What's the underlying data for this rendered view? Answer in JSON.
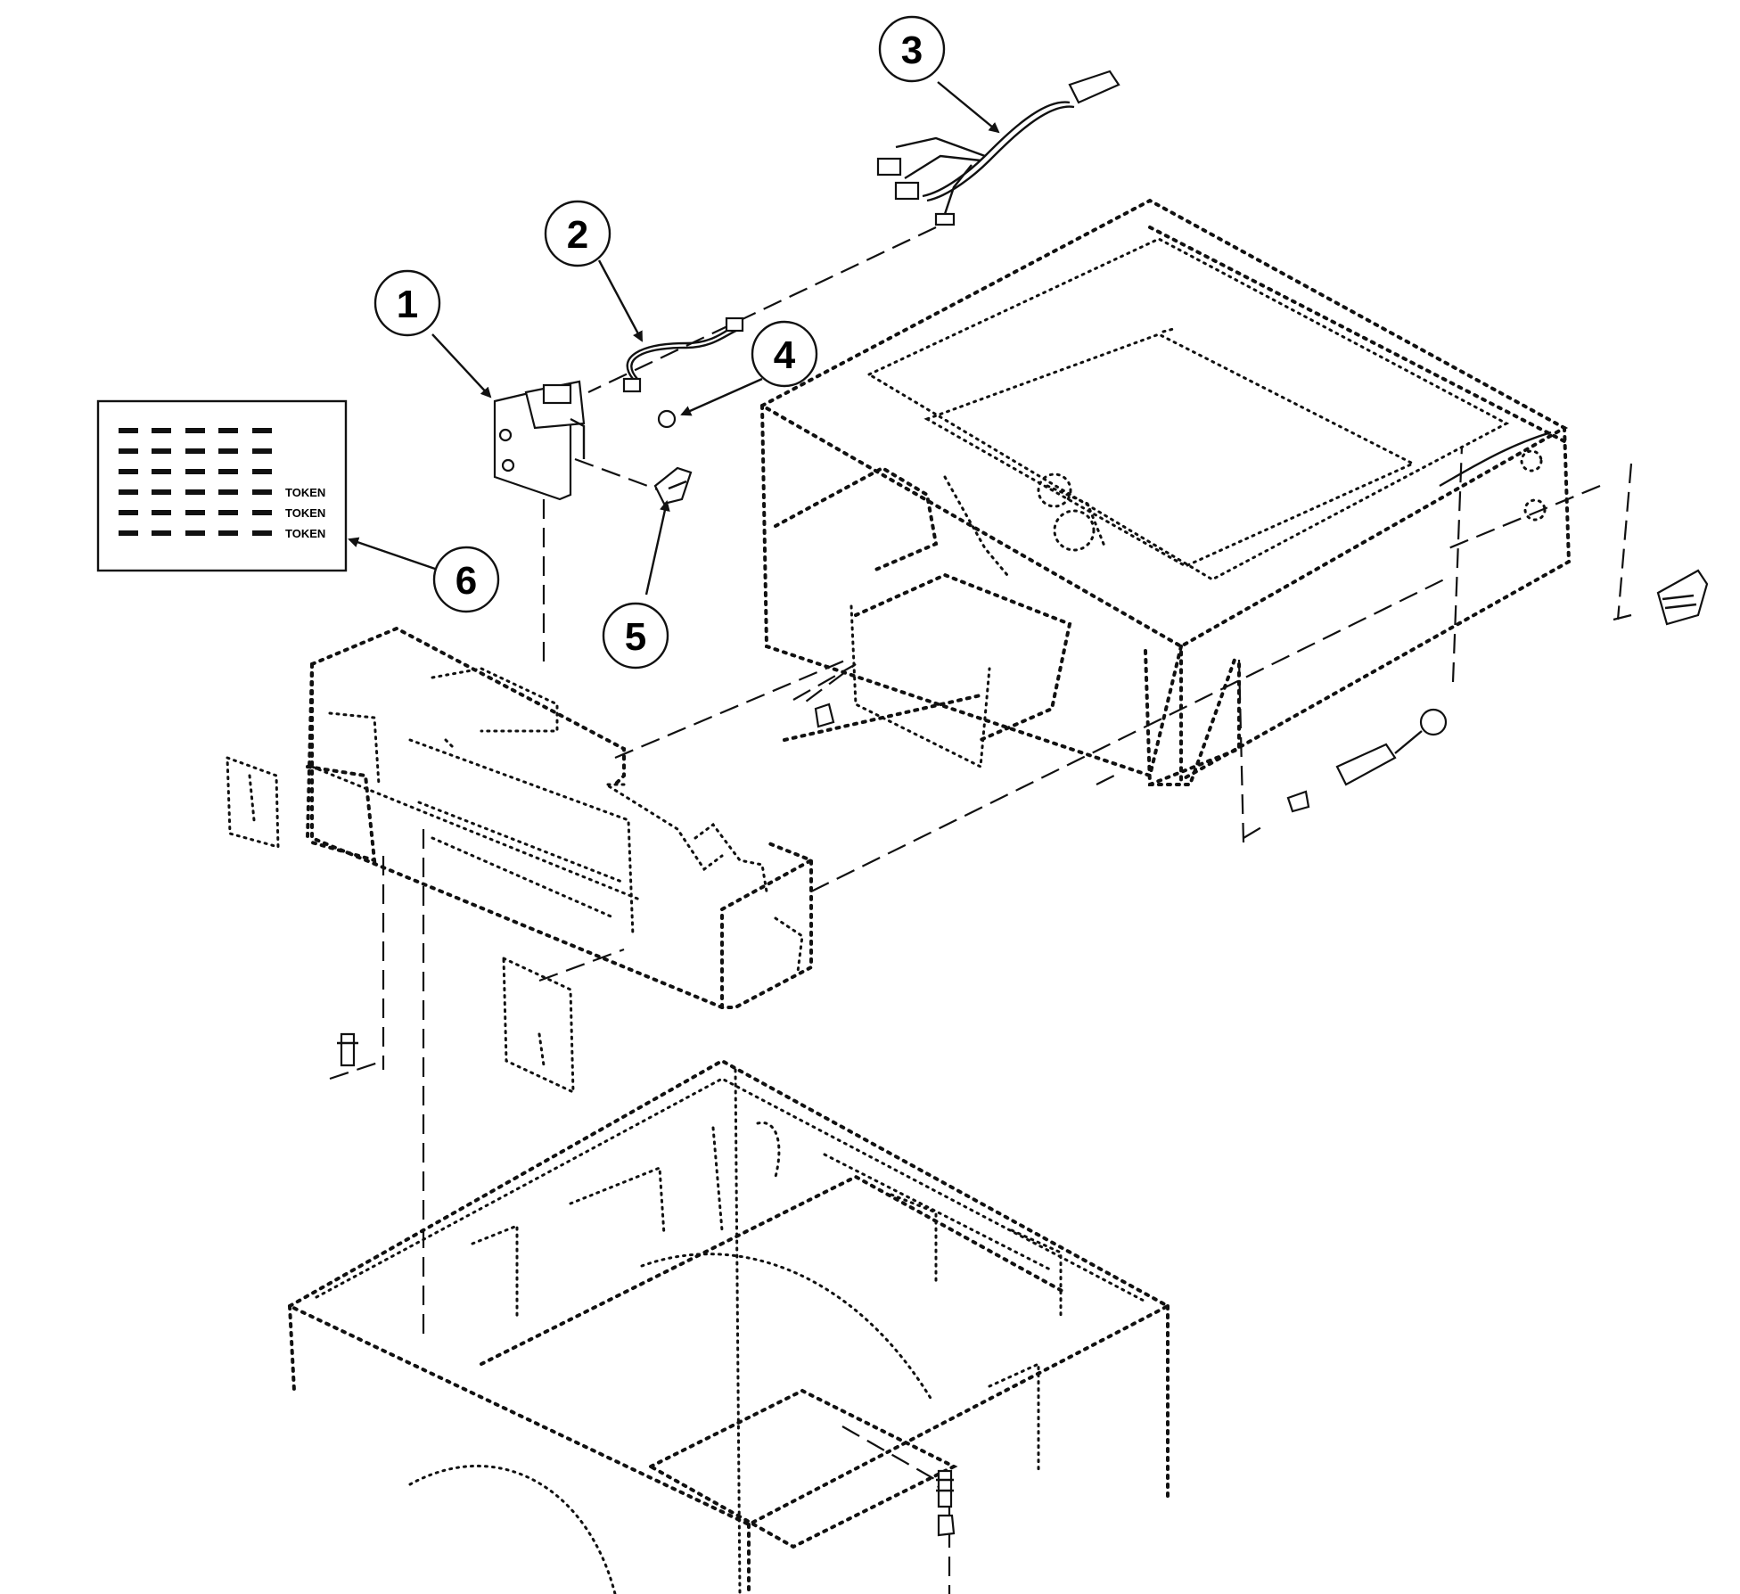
{
  "colors": {
    "ink": "#111111",
    "background": "#ffffff"
  },
  "callouts": [
    {
      "id": "1",
      "label": "1"
    },
    {
      "id": "2",
      "label": "2"
    },
    {
      "id": "3",
      "label": "3"
    },
    {
      "id": "4",
      "label": "4"
    },
    {
      "id": "5",
      "label": "5"
    },
    {
      "id": "6",
      "label": "6"
    }
  ],
  "label_sheet": {
    "rows": [
      "TOKEN",
      "TOKEN",
      "TOKEN"
    ]
  }
}
